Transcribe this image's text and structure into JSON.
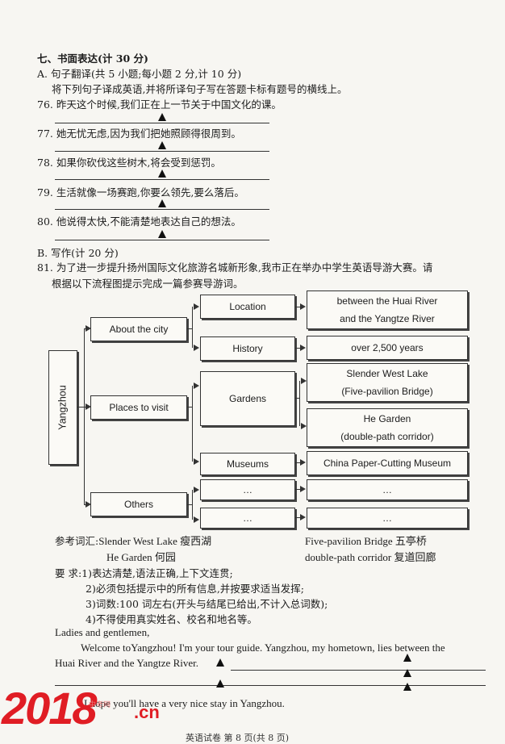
{
  "section_title": "七、书面表达(计 30 分)",
  "partA": {
    "title": "A. 句子翻译(共 5 小题;每小题 2 分,计 10 分)",
    "instruction": "将下列句子译成英语,并将所译句子写在答题卡标有题号的横线上。",
    "items": [
      {
        "num": "76.",
        "text": "昨天这个时候,我们正在上一节关于中国文化的课。"
      },
      {
        "num": "77.",
        "text": "她无忧无虑,因为我们把她照顾得很周到。"
      },
      {
        "num": "78.",
        "text": "如果你砍伐这些树木,将会受到惩罚。"
      },
      {
        "num": "79.",
        "text": "生活就像一场赛跑,你要么领先,要么落后。"
      },
      {
        "num": "80.",
        "text": "他说得太快,不能清楚地表达自己的想法。"
      }
    ]
  },
  "partB": {
    "title": "B. 写作(计 20 分)",
    "q_num": "81.",
    "prompt_line1": "为了进一步提升扬州国际文化旅游名城新形象,我市正在举办中学生英语导游大赛。请",
    "prompt_line2": "根据以下流程图提示完成一篇参赛导游词。"
  },
  "flowchart": {
    "root": "Yangzhou",
    "about": {
      "label": "About the city",
      "location": {
        "label": "Location",
        "detail1": "between the Huai River",
        "detail2": "and the Yangtze River"
      },
      "history": {
        "label": "History",
        "detail": "over 2,500 years"
      }
    },
    "places": {
      "label": "Places to visit",
      "gardens": {
        "label": "Gardens",
        "g1_line1": "Slender West Lake",
        "g1_line2": "(Five-pavilion Bridge)",
        "g2_line1": "He Garden",
        "g2_line2": "(double-path corridor)"
      },
      "museums": {
        "label": "Museums",
        "detail": "China Paper-Cutting Museum"
      }
    },
    "others": {
      "label": "Others",
      "blank1": "…",
      "blank2": "…",
      "blank3": "…",
      "blank4": "…"
    }
  },
  "vocab": {
    "label": "参考词汇:",
    "v1": "Slender West Lake 瘦西湖",
    "v2": "Five-pavilion Bridge 五亭桥",
    "v3": "He Garden 何园",
    "v4": "double-path corridor 复道回廊"
  },
  "requirements": {
    "r1": "要 求:1)表达清楚,语法正确,上下文连贯;",
    "r2": "2)必须包括提示中的所有信息,并按要求适当发挥;",
    "r3": "3)词数:100 词左右(开头与结尾已给出,不计入总词数);",
    "r4": "4)不得使用真实姓名、校名和地名等。"
  },
  "essay": {
    "greeting": "Ladies and gentlemen,",
    "line1": "Welcome toYangzhou! I'm your tour guide. Yangzhou, my hometown, lies between the",
    "line2": "Huai River and the Yangtze River.",
    "ending_a": "I hope you'll ",
    "ending_b": "have a very nice stay in Yangzhou."
  },
  "logo": {
    "text": "2018",
    "suffix": ".cn",
    "watermark": "中考网"
  },
  "footer": "英语试卷  第 8 页(共 8 页)",
  "colors": {
    "logo": "#e01d24",
    "ink": "#1c1c1c"
  }
}
